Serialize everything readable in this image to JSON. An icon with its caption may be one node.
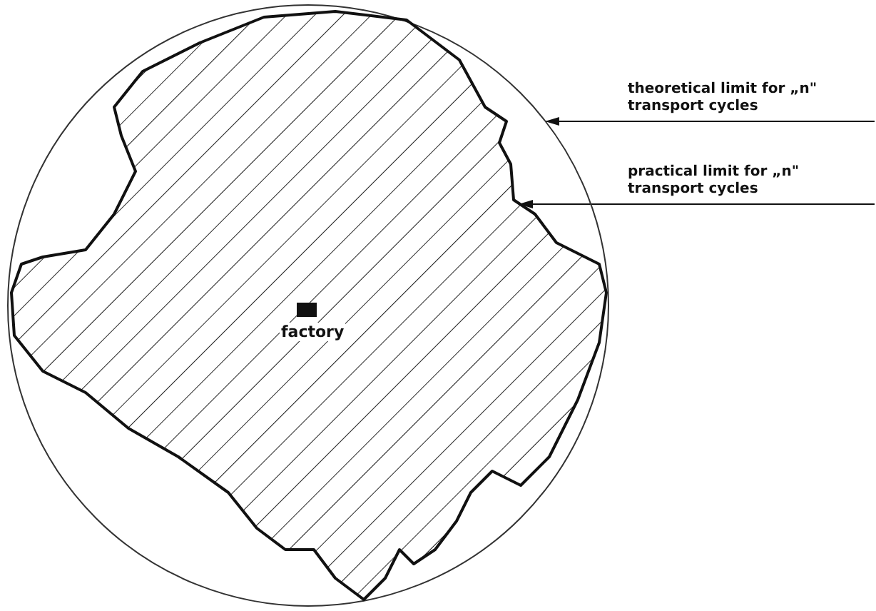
{
  "diagram": {
    "nodes": [
      {
        "text": [],
        "shape": "circle"
      },
      {
        "text": [],
        "shape": "blob",
        "in": 0
      },
      {
        "text": [],
        "shape": "box",
        "in": 1,
        "beside": [
          "factory"
        ]
      },
      {
        "text": [
          "theoretical limit for „n\" transport cycles"
        ]
      },
      {
        "text": [
          "practical limit for „n\" transport cycles"
        ]
      }
    ],
    "edges": [
      {
        "from": 3,
        "to": 0,
        "arrow": "to"
      },
      {
        "from": 4,
        "to": 1,
        "arrow": "to"
      }
    ]
  }
}
